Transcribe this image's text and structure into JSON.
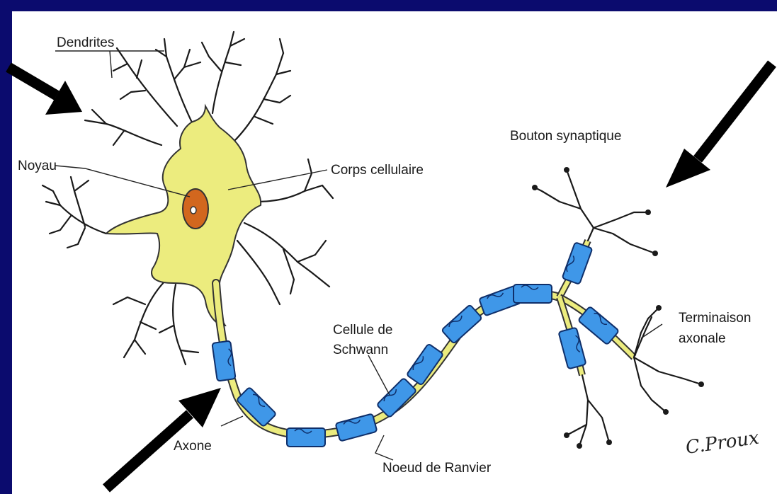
{
  "labels": {
    "dendrites": "Dendrites",
    "noyau": "Noyau",
    "corps_cellulaire": "Corps cellulaire",
    "bouton_synaptique": "Bouton synaptique",
    "terminaison_line1": "Terminaison",
    "terminaison_line2": "axonale",
    "cellule_line1": "Cellule de",
    "cellule_line2": "Schwann",
    "axone": "Axone",
    "noeud": "Noeud de Ranvier"
  },
  "signature": "C.Proux",
  "colors": {
    "background": "#0b0b6e",
    "panel": "#ffffff",
    "cell_body": "#ecec7e",
    "nucleus": "#d2671e",
    "myelin": "#3f97e8",
    "arrow": "#000000"
  }
}
